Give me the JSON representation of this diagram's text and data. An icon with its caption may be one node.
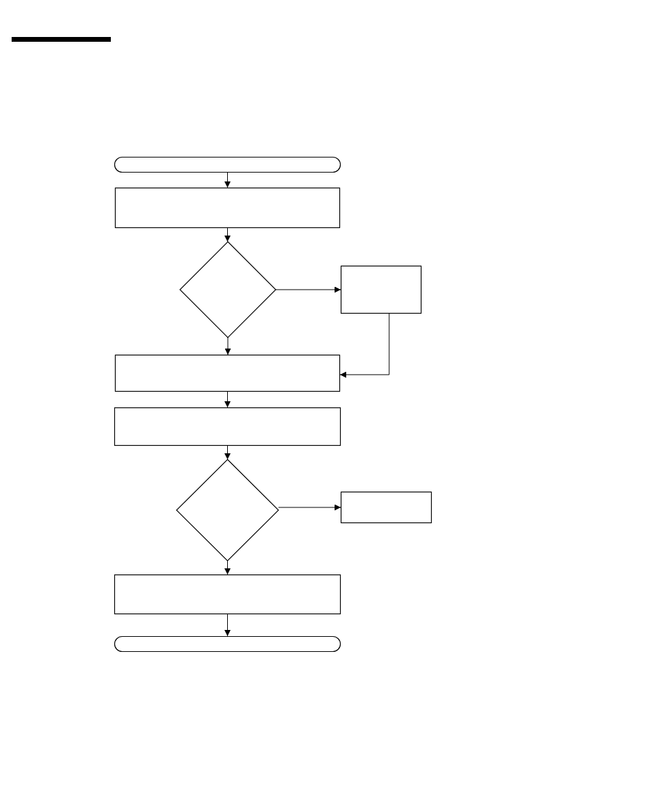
{
  "diagram": {
    "nodes": [
      {
        "text": [],
        "shape": "terminal"
      },
      {
        "text": [],
        "shape": "box"
      },
      {
        "text": [],
        "shape": "diamond"
      },
      {
        "text": [],
        "shape": "box"
      },
      {
        "text": [],
        "shape": "box"
      },
      {
        "text": [],
        "shape": "box"
      },
      {
        "text": [],
        "shape": "diamond"
      },
      {
        "text": [],
        "shape": "box"
      },
      {
        "text": [],
        "shape": "box"
      },
      {
        "text": [],
        "shape": "terminal"
      }
    ],
    "edges": [
      {
        "from": 0,
        "to": 1,
        "arrow": "to"
      },
      {
        "from": 1,
        "to": 2,
        "arrow": "to"
      },
      {
        "from": 2,
        "to": 3,
        "arrow": "to"
      },
      {
        "from": 2,
        "to": 4,
        "arrow": "to"
      },
      {
        "from": 3,
        "to": 4,
        "arrow": "to"
      },
      {
        "from": 4,
        "to": 5,
        "arrow": "to"
      },
      {
        "from": 5,
        "to": 6,
        "arrow": "to"
      },
      {
        "from": 6,
        "to": 7,
        "arrow": "to"
      },
      {
        "from": 6,
        "to": 8,
        "arrow": "to"
      },
      {
        "from": 8,
        "to": 9,
        "arrow": "to"
      }
    ]
  }
}
